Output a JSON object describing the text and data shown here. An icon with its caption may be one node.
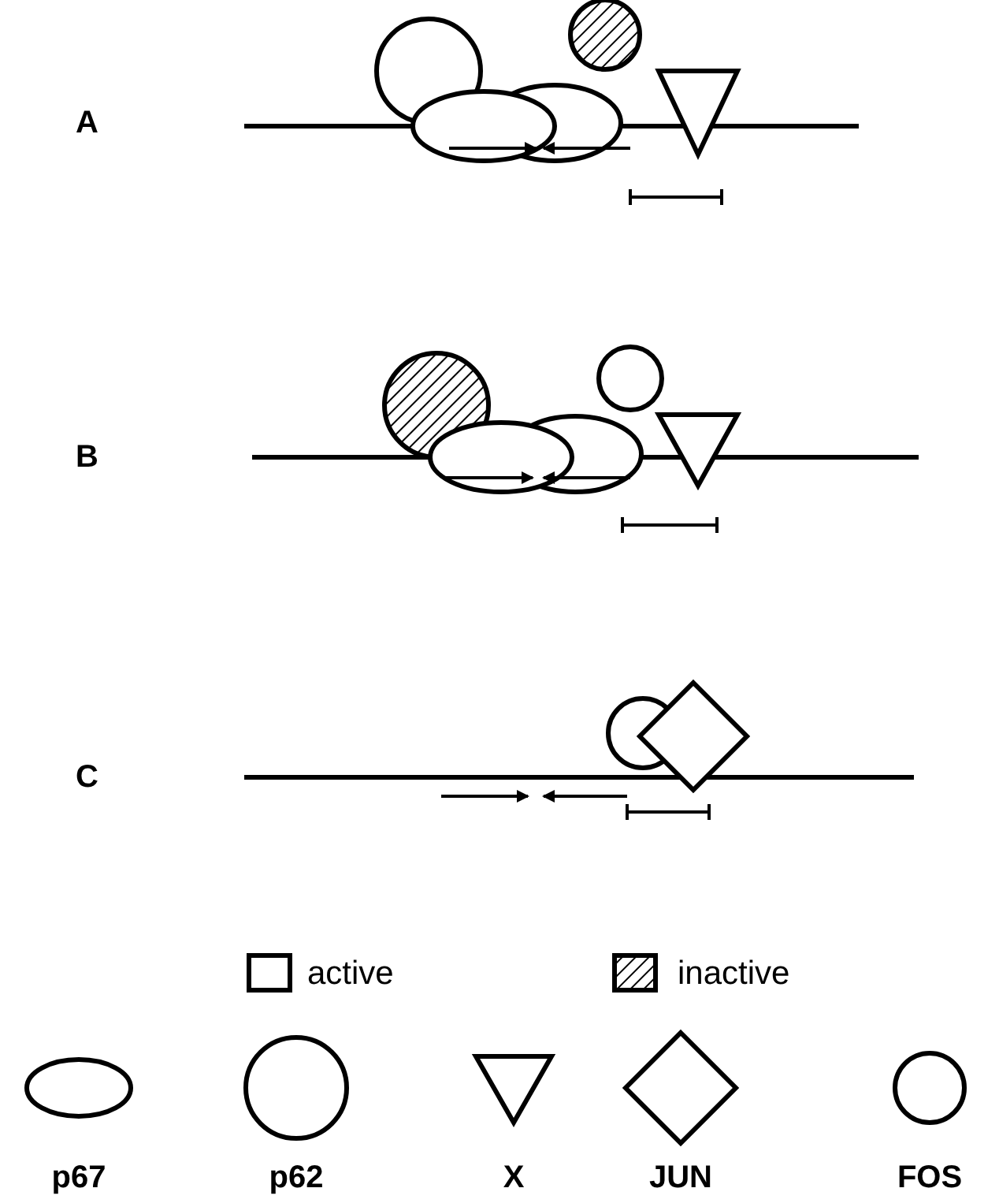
{
  "diagram": {
    "labels": [
      "A",
      "B",
      "C"
    ],
    "legend": [
      {
        "text": "active",
        "color": "#ffffff"
      },
      {
        "text": "inactive"
      },
      {
        "text": "p67"
      },
      {
        "text": "p62"
      },
      {
        "text": "X"
      },
      {
        "text": "JUN"
      },
      {
        "text": "FOS"
      }
    ]
  }
}
